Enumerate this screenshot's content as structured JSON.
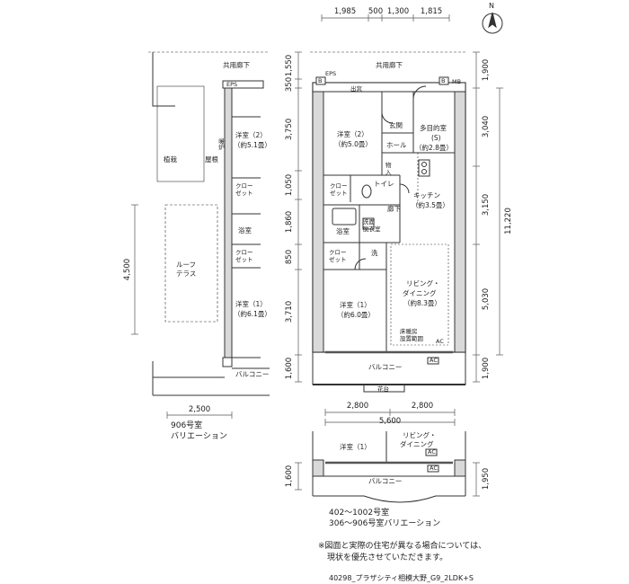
{
  "top_dims": [
    "1,985",
    "500",
    "1,300",
    "1,815"
  ],
  "left_plan": {
    "corridor": "共用廊下",
    "eps": "EPS",
    "planting": "植栽",
    "roof": "屋根",
    "bedroom2": "洋室（2）",
    "bedroom2_size": "（約5.1畳）",
    "closet": "クロー\nゼット",
    "bath": "浴室",
    "closet2": "クロー\nゼット",
    "roof_terrace": "ルーフ\nテラス",
    "bedroom1": "洋室（1）",
    "bedroom1_size": "（約6.1畳）",
    "balcony": "バルコニー",
    "dim_4500": "4,500",
    "dim_2500": "2,500",
    "caption1": "906号室",
    "caption2": "バリエーション",
    "nook": "暖炉"
  },
  "main_plan": {
    "corridor": "共用廊下",
    "eps": "EPS",
    "b": "B",
    "mb": "MB",
    "entrance_door": "出窓",
    "genkan": "玄関",
    "hall": "ホール",
    "multi": "多目的室",
    "multi_s": "(S)",
    "multi_size": "（約2.8畳）",
    "bedroom2": "洋室（2）",
    "bedroom2_size": "（約5.0畳）",
    "storage": "物\n入",
    "closet": "クロー\nゼット",
    "toilet": "トイレ",
    "kitchen": "キッチン",
    "kitchen_size": "（約3.5畳）",
    "hallway": "廊下",
    "bath": "浴室",
    "washroom": "洗面\n脱衣室",
    "wash": "洗",
    "closet2": "クロー\nゼット",
    "living": "リビング・",
    "dining": "ダイニング",
    "living_size": "（約8.3畳）",
    "bedroom1": "洋室（1）",
    "bedroom1_size": "（約6.0畳）",
    "floor_heating": "床暖房\n設置範囲",
    "ac": "AC",
    "balcony": "バルコニー",
    "flower": "花台"
  },
  "left_dims": [
    "1,550",
    "350",
    "3,750",
    "1,050",
    "1,860",
    "850",
    "3,710",
    "1,600"
  ],
  "right_dims": [
    "1,900",
    "3,040",
    "3,150",
    "11,220",
    "5,030",
    "1,900"
  ],
  "bottom_dims": {
    "a": "2,800",
    "b": "2,800",
    "total": "5,600"
  },
  "variation_plan": {
    "bedroom1": "洋室（1）",
    "living": "リビング・",
    "dining": "ダイニング",
    "ac": "AC",
    "balcony": "バルコニー",
    "dim_1600": "1,600",
    "dim_1950": "1,950",
    "caption1": "402～1002号室",
    "caption2": "306～906号室バリエーション"
  },
  "notes": {
    "line1": "※図面と実際の住宅が異なる場合については、",
    "line2": "現状を優先させていただきます。"
  },
  "footer": "40298_プラザシティ相模大野_G9_2LDK+S",
  "compass": "N"
}
